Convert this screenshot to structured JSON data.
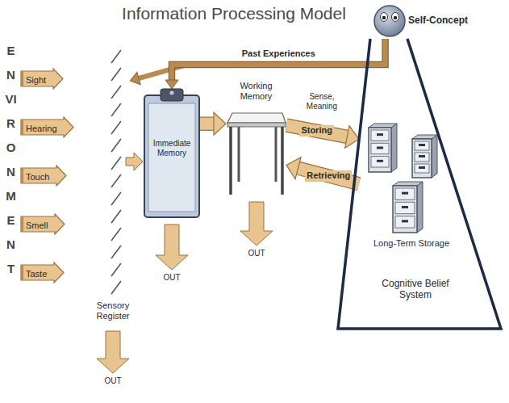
{
  "diagram": {
    "title": "Information Processing Model",
    "nodes": [
      {
        "text": [
          "Sight"
        ]
      },
      {
        "text": [
          "Hearing"
        ]
      },
      {
        "text": [
          "Touch"
        ]
      },
      {
        "text": [
          "Smell"
        ]
      },
      {
        "text": [
          "Taste"
        ]
      },
      {
        "text": [
          "Self-Concept"
        ]
      },
      {
        "text": [
          "Immediate Memory"
        ]
      },
      {
        "text": [
          "Working Memory"
        ]
      },
      {
        "text": [
          "Cognitive Belief System"
        ]
      },
      {
        "text": [
          "Long-Term Storage"
        ],
        "in": 8
      }
    ],
    "edges": [
      {
        "from": 6,
        "to": 7,
        "arrow": "to"
      },
      {
        "from": 7,
        "to": 9,
        "label": "Storing",
        "arrow": "to"
      },
      {
        "from": 9,
        "to": 7,
        "label": "Retrieving",
        "arrow": "to"
      },
      {
        "from": 5,
        "to": 6,
        "label": "Past Experiences",
        "arrow": "to"
      }
    ],
    "labels": [
      "ENVIRONMENT",
      "Sensory Register",
      "OUT",
      "OUT",
      "OUT",
      "Sense, Meaning"
    ]
  }
}
